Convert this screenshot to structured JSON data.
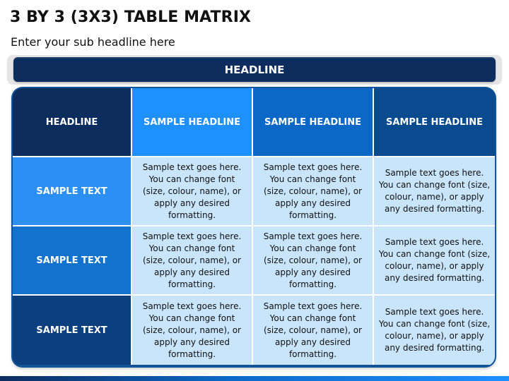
{
  "title": "3 BY 3 (3X3) TABLE MATRIX",
  "subtitle": "Enter your sub headline here",
  "banner": "HEADLINE",
  "table": {
    "corner": "HEADLINE",
    "columns": [
      "SAMPLE HEADLINE",
      "SAMPLE HEADLINE",
      "SAMPLE HEADLINE"
    ],
    "rows": [
      {
        "label": "SAMPLE TEXT",
        "cells": [
          "Sample text goes here. You can change font (size, colour, name), or apply any desired formatting.",
          "Sample text goes here. You can change font (size, colour, name), or apply any desired formatting.",
          "Sample text goes here. You can change font (size, colour, name), or apply any desired formatting."
        ]
      },
      {
        "label": "SAMPLE TEXT",
        "cells": [
          "Sample text goes here. You can change font (size, colour, name), or apply any desired formatting.",
          "Sample text goes here. You can change font (size, colour, name), or apply any desired formatting.",
          "Sample text goes here. You can change font (size, colour, name), or apply any desired formatting."
        ]
      },
      {
        "label": "SAMPLE TEXT",
        "cells": [
          "Sample text goes here. You can change font (size, colour, name), or apply any desired formatting.",
          "Sample text goes here. You can change font (size, colour, name), or apply any desired formatting.",
          "Sample text goes here. You can change font (size, colour, name), or apply any desired formatting."
        ]
      }
    ]
  },
  "colors": {
    "dark_navy": "#0d2d5e",
    "bright_blue": "#1e90ff",
    "mid_blue": "#0b68c7",
    "navy_blue": "#0a4a8f",
    "cell_light": "#c9e5fb"
  }
}
